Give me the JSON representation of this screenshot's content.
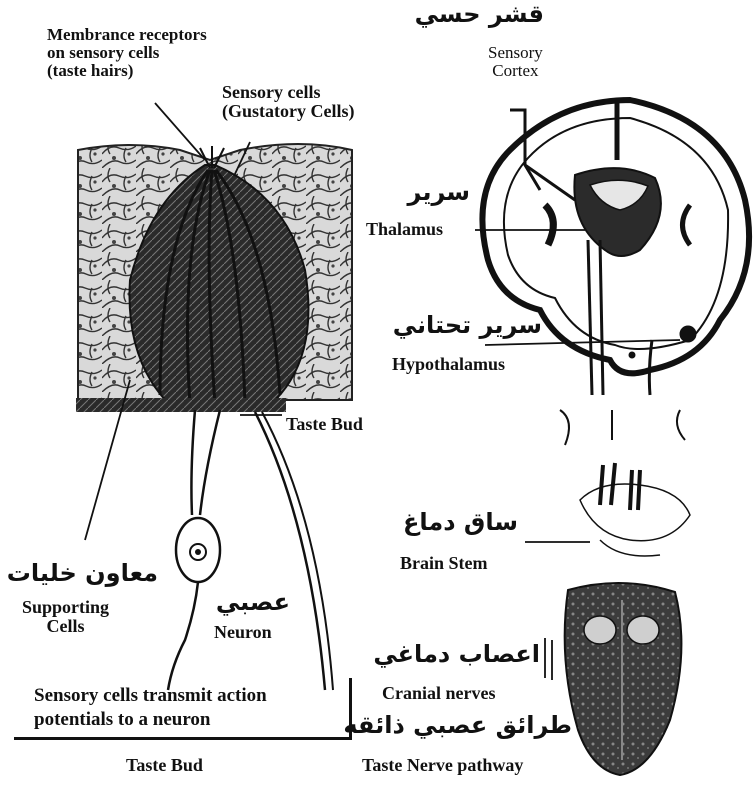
{
  "taste_bud_diagram": {
    "membrane_receptors": "Membrance receptors\non sensory cells\n(taste hairs)",
    "sensory_cells": "Sensory cells\n(Gustatory Cells)",
    "taste_bud_pointer": "Taste Bud",
    "supporting_cells_ar": "معاون خليات",
    "supporting_cells_en": "Supporting\nCells",
    "neuron_ar": "عصبي",
    "neuron_en": "Neuron",
    "caption": "Sensory cells transmit action\npotentials to a neuron",
    "title": "Taste Bud"
  },
  "brain_diagram": {
    "cortex_ar": "قشر حسي",
    "cortex_en": "Sensory\nCortex",
    "thalamus_ar": "سرير",
    "thalamus_en": "Thalamus",
    "hypothalamus_ar": "سرير تحتاني",
    "hypothalamus_en": "Hypothalamus",
    "brainstem_ar": "ساق دماغ",
    "brainstem_en": "Brain Stem",
    "cranial_nerves_ar": "اعصاب دماغي",
    "cranial_nerves_en": "Cranial nerves",
    "pathway_ar": "طرائق عصبي ذائقه",
    "pathway_en": "Taste Nerve pathway"
  },
  "colors": {
    "ink": "#111111",
    "background": "#ffffff",
    "tissue": "#3a3a3a"
  }
}
